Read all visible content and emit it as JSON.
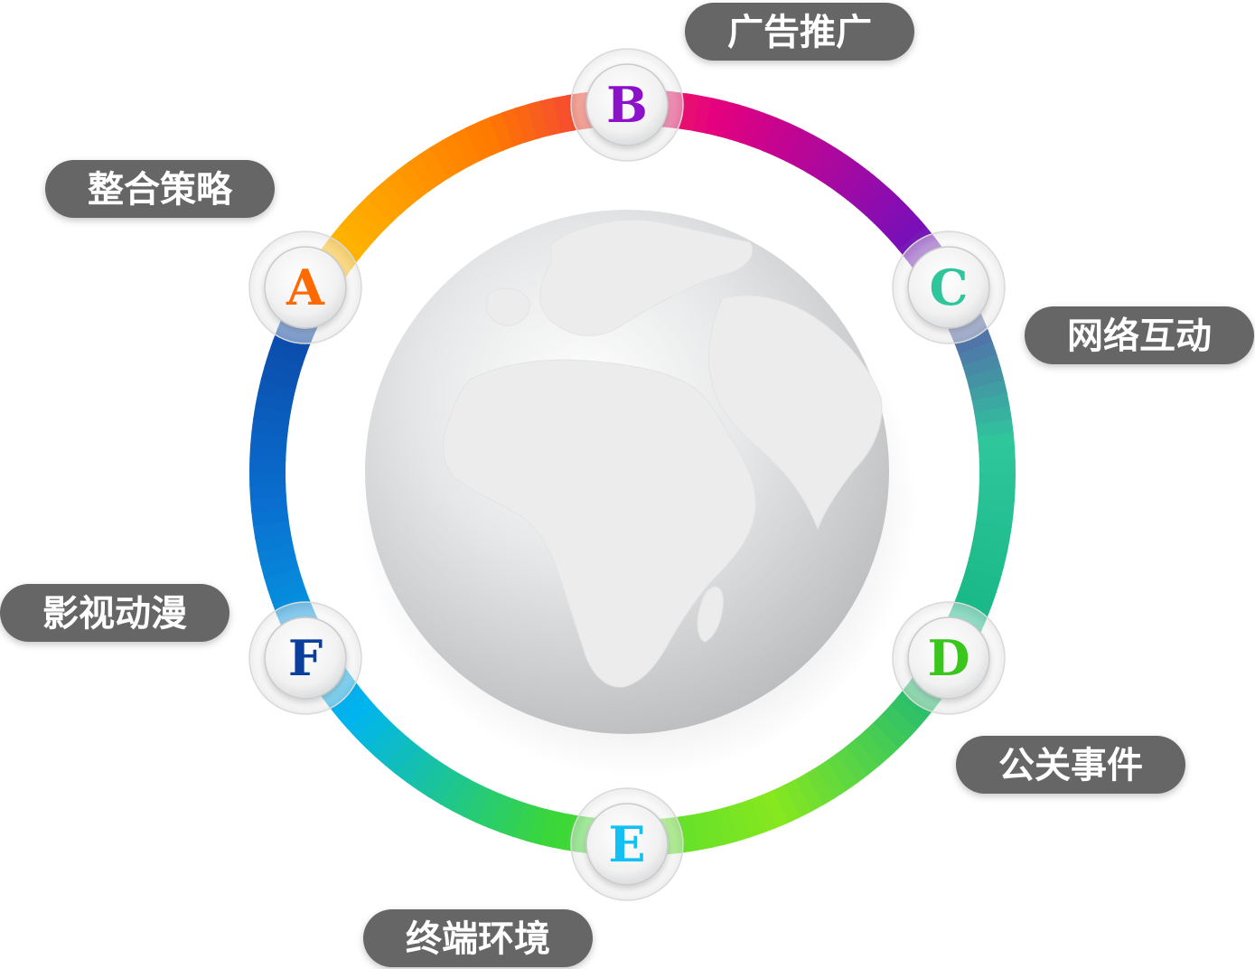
{
  "diagram": {
    "ring_gradient_stops": [
      "#ffc200",
      "#ff7a00",
      "#e5007f",
      "#7a0fb8",
      "#2fc69c",
      "#12b480",
      "#86e81e",
      "#3ad63a",
      "#00b4ef",
      "#0a6fd0",
      "#0b3f9e"
    ],
    "nodes": [
      {
        "letter": "A",
        "label": "整合策略",
        "color": "#ff6a00"
      },
      {
        "letter": "B",
        "label": "广告推广",
        "color": "#8b12c9"
      },
      {
        "letter": "C",
        "label": "网络互动",
        "color": "#2fc69c"
      },
      {
        "letter": "D",
        "label": "公关事件",
        "color": "#3ac61c"
      },
      {
        "letter": "E",
        "label": "终端环境",
        "color": "#12c1f2"
      },
      {
        "letter": "F",
        "label": "影视动漫",
        "color": "#0b3f9e"
      }
    ],
    "pill_color": "#666666",
    "globe_color": "#d2d3d4",
    "land_color": "#eaebec"
  }
}
